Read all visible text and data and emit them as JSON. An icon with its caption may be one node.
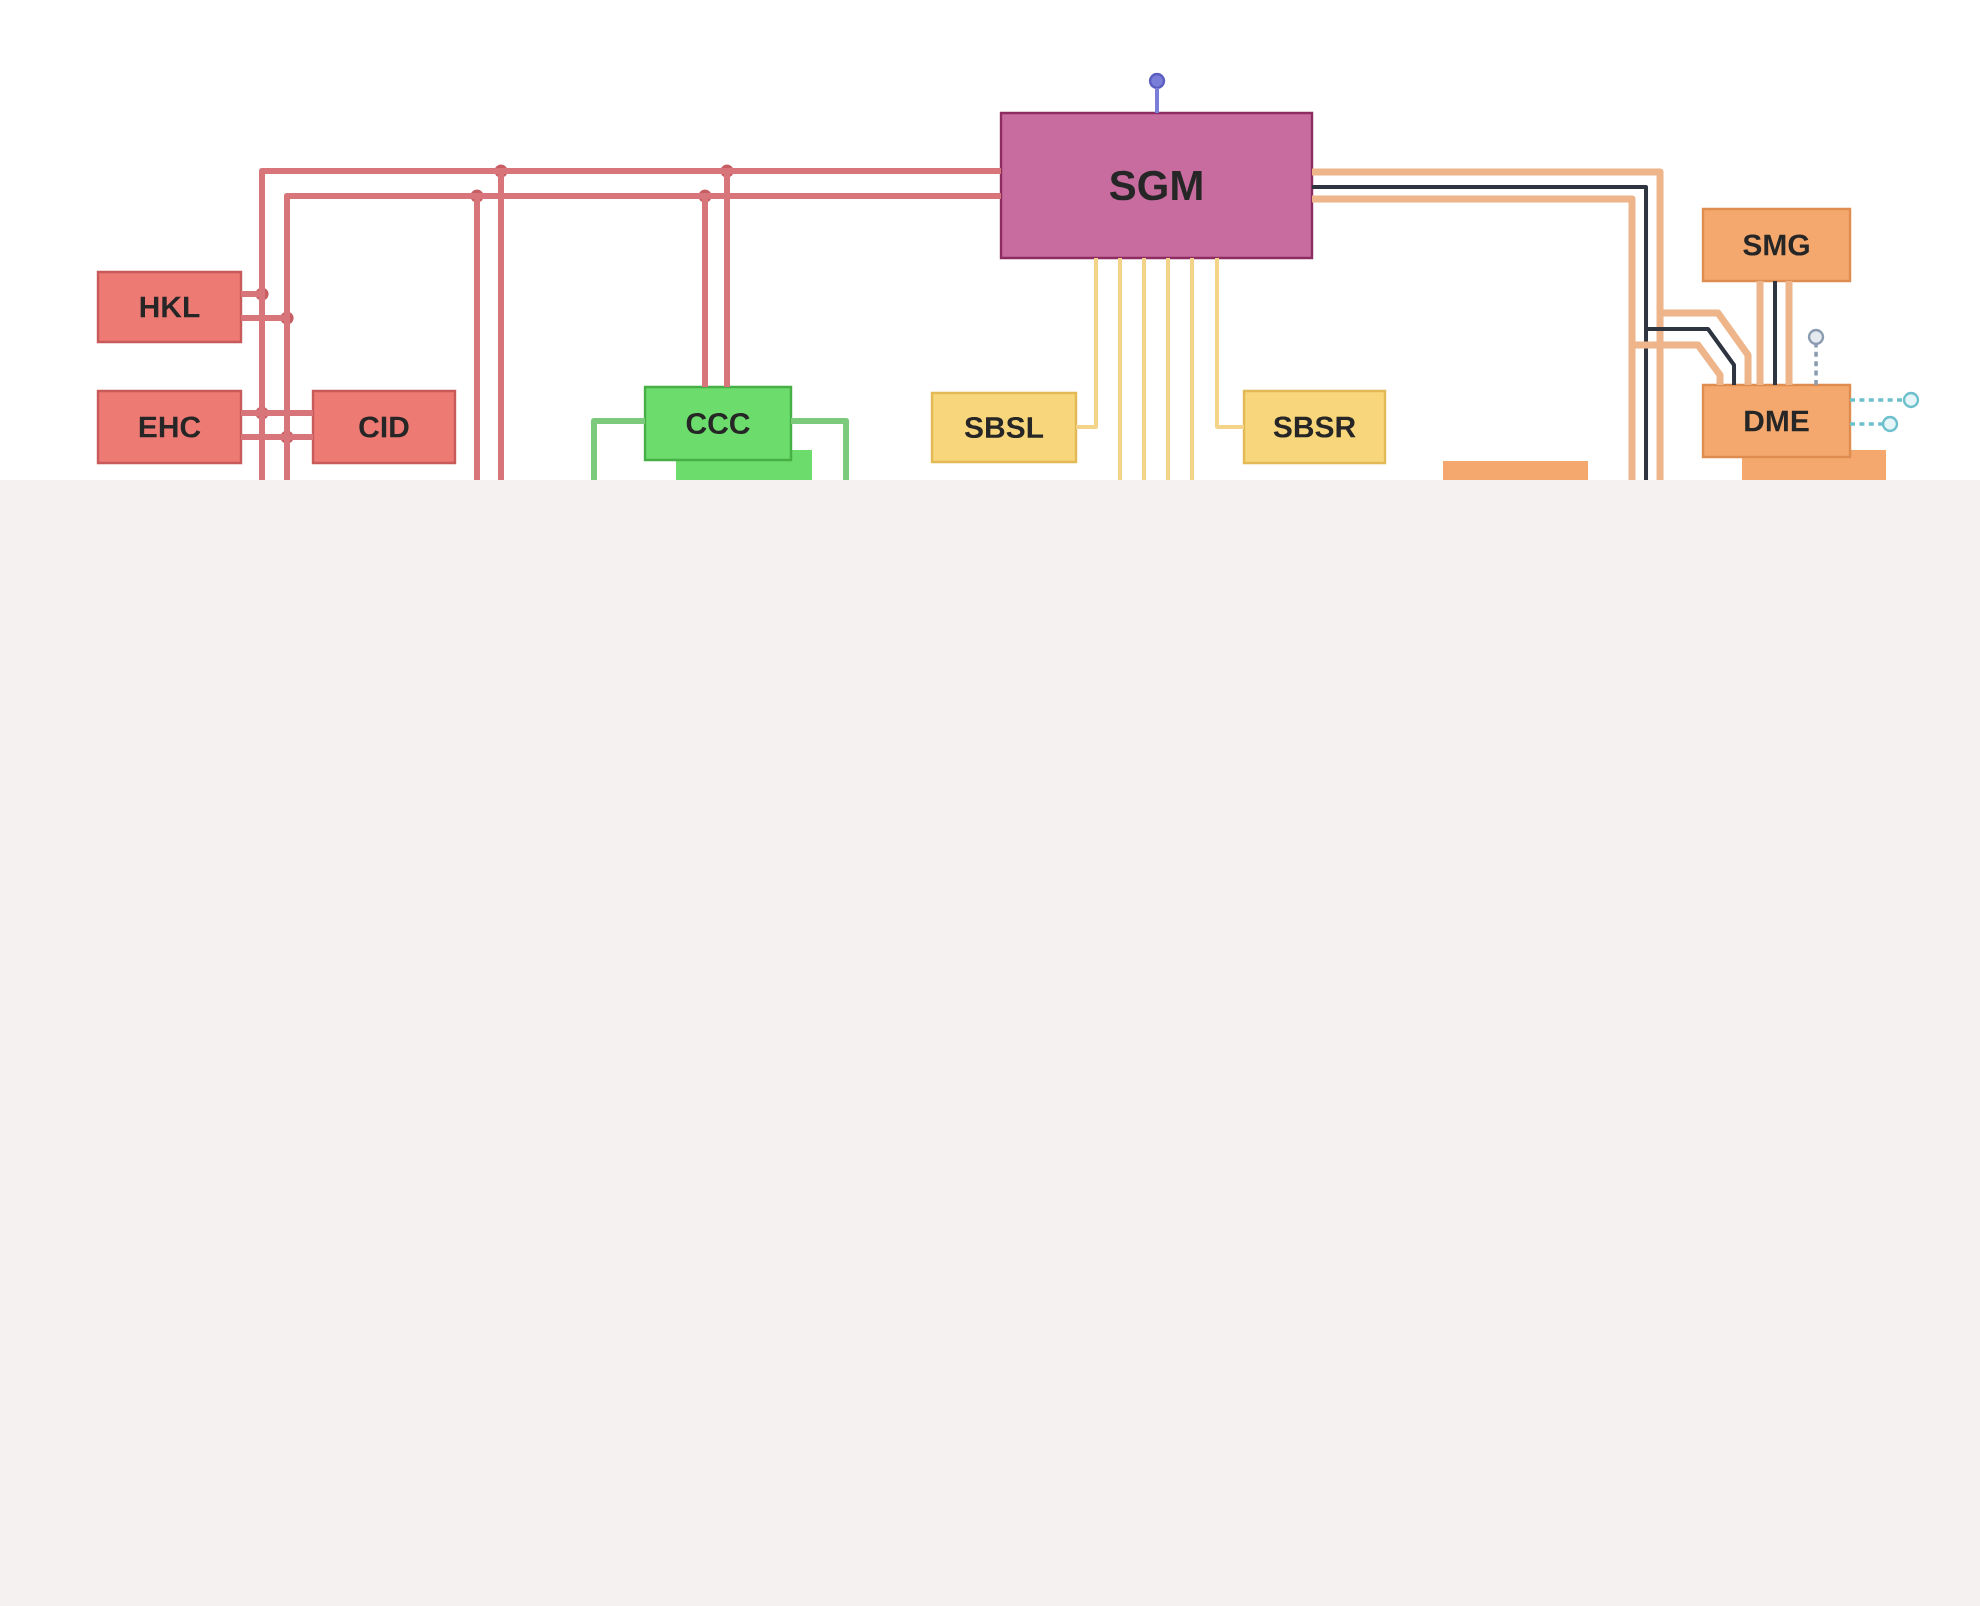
{
  "diagram": {
    "nodes": [
      {
        "text": [
          "SGM"
        ]
      },
      {
        "text": [],
        "shape": "circle"
      },
      {
        "text": [
          "SMG"
        ]
      },
      {
        "text": [
          "HKL"
        ]
      },
      {
        "text": [],
        "shape": "circle"
      },
      {
        "text": [
          "EHC"
        ]
      },
      {
        "text": [
          "CID"
        ]
      },
      {
        "text": [
          "CCC"
        ]
      },
      {
        "text": [
          "SBSL"
        ]
      },
      {
        "text": [
          "SBSR"
        ]
      },
      {
        "text": [
          "DME"
        ]
      },
      {
        "text": [],
        "shape": "circle"
      },
      {
        "text": [],
        "shape": "circle"
      },
      {
        "text": [],
        "shape": "box"
      },
      {
        "text": [],
        "shape": "box"
      },
      {
        "text": [],
        "shape": "box"
      }
    ],
    "edges": [
      {
        "from": 0,
        "to": 3,
        "arrow": "none"
      },
      {
        "from": 0,
        "to": 5,
        "arrow": "none"
      },
      {
        "from": 0,
        "to": 6,
        "arrow": "none"
      },
      {
        "from": 0,
        "to": 7,
        "arrow": "none"
      },
      {
        "from": 0,
        "to": null,
        "arrow": "none"
      },
      {
        "from": 0,
        "to": null,
        "arrow": "none"
      },
      {
        "from": 0,
        "to": 3,
        "arrow": "none"
      },
      {
        "from": 0,
        "to": 5,
        "arrow": "none"
      },
      {
        "from": 0,
        "to": 6,
        "arrow": "none"
      },
      {
        "from": 0,
        "to": 7,
        "arrow": "none"
      },
      {
        "from": 0,
        "to": null,
        "arrow": "none"
      },
      {
        "from": 0,
        "to": null,
        "arrow": "none"
      },
      {
        "from": 0,
        "to": 8,
        "arrow": "none",
        "color": "#f3d488"
      },
      {
        "from": 0,
        "to": null,
        "arrow": "none",
        "color": "#f3d488"
      },
      {
        "from": 0,
        "to": null,
        "arrow": "none",
        "color": "#f3d488"
      },
      {
        "from": 0,
        "to": null,
        "arrow": "none",
        "color": "#f3d488"
      },
      {
        "from": 0,
        "to": null,
        "arrow": "none",
        "color": "#f3d488"
      },
      {
        "from": 0,
        "to": 9,
        "arrow": "none",
        "color": "#f3d488"
      },
      {
        "from": 7,
        "to": null,
        "arrow": "none",
        "color": "#7ccb7c"
      },
      {
        "from": 7,
        "to": null,
        "arrow": "none",
        "color": "#7ccb7c"
      },
      {
        "from": 0,
        "to": 10,
        "arrow": "none",
        "color": "#eeb48a"
      },
      {
        "from": 0,
        "to": 10,
        "arrow": "none",
        "color": "#2e3440"
      },
      {
        "from": 0,
        "to": 10,
        "arrow": "none",
        "color": "#eeb48a"
      },
      {
        "from": 0,
        "to": null,
        "arrow": "none",
        "color": "#eeb48a"
      },
      {
        "from": 0,
        "to": null,
        "arrow": "none",
        "color": "#2e3440"
      },
      {
        "from": 0,
        "to": null,
        "arrow": "none",
        "color": "#eeb48a"
      },
      {
        "from": 2,
        "to": 10,
        "arrow": "none",
        "color": "#eeb48a"
      },
      {
        "from": 2,
        "to": 10,
        "arrow": "none",
        "color": "#2e3440"
      },
      {
        "from": 2,
        "to": 10,
        "arrow": "none",
        "color": "#eeb48a"
      },
      {
        "from": 0,
        "to": 1,
        "arrow": "none",
        "color": "#7a7ed8"
      },
      {
        "from": 10,
        "to": 4,
        "arrow": "none",
        "style": "dashed",
        "color": "#8a9bb0"
      },
      {
        "from": 10,
        "to": 11,
        "arrow": "none",
        "style": "dashed",
        "color": "#6cc0cc"
      },
      {
        "from": 10,
        "to": 12,
        "arrow": "none",
        "style": "dashed",
        "color": "#6cc0cc"
      }
    ]
  }
}
